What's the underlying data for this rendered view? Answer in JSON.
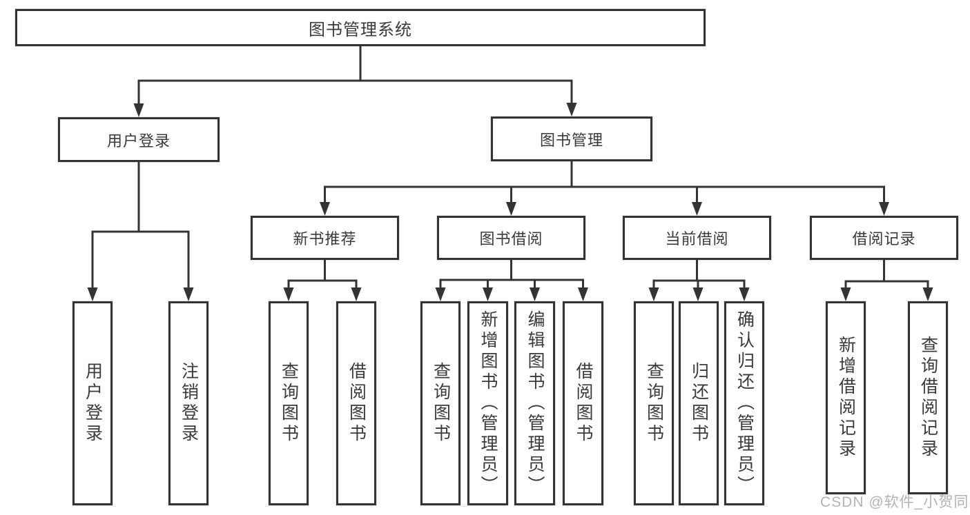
{
  "diagram": {
    "root": {
      "label": "图书管理系统"
    },
    "branches": [
      {
        "label": "用户登录",
        "children": [
          {
            "label": "用户登录"
          },
          {
            "label": "注销登录"
          }
        ]
      },
      {
        "label": "图书管理",
        "children": [
          {
            "label": "新书推荐",
            "children": [
              {
                "label": "查询图书"
              },
              {
                "label": "借阅图书"
              }
            ]
          },
          {
            "label": "图书借阅",
            "children": [
              {
                "label": "查询图书"
              },
              {
                "label": "新增图书（管理员）"
              },
              {
                "label": "编辑图书（管理员）"
              },
              {
                "label": "借阅图书"
              }
            ]
          },
          {
            "label": "当前借阅",
            "children": [
              {
                "label": "查询图书"
              },
              {
                "label": "归还图书"
              },
              {
                "label": "确认归还（管理员）"
              }
            ]
          },
          {
            "label": "借阅记录",
            "children": [
              {
                "label": "新增借阅记录"
              },
              {
                "label": "查询借阅记录"
              }
            ]
          }
        ]
      }
    ]
  },
  "watermark": {
    "text": "CSDN @软件_小贺同学"
  },
  "colors": {
    "line": "#333333",
    "border": "#333333",
    "text": "#3a3a3a",
    "watermark": "#b3b3b3",
    "background": "#ffffff"
  }
}
